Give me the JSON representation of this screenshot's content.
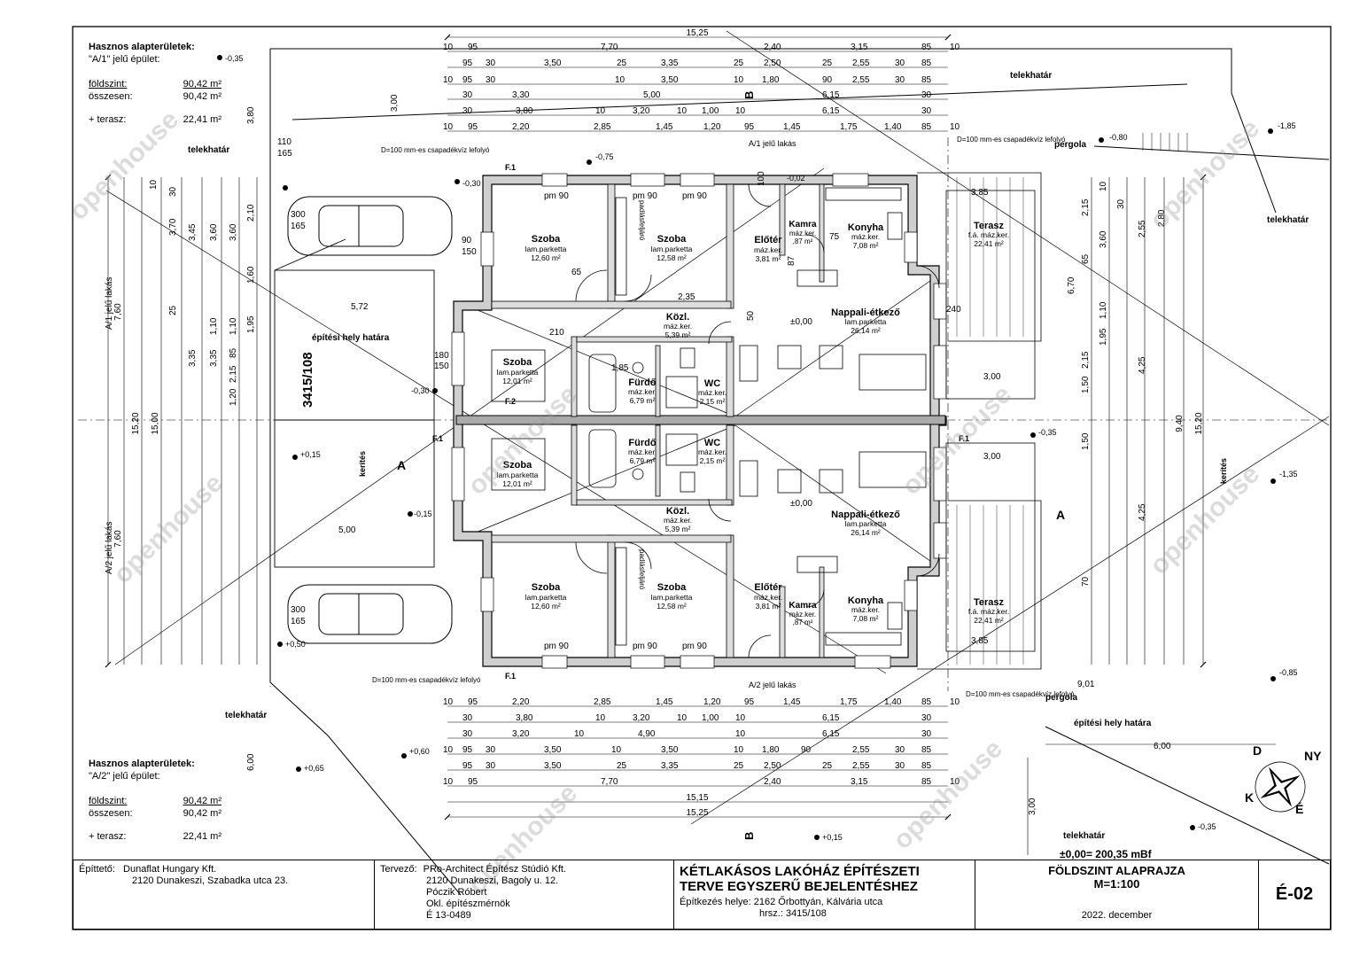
{
  "areas_top": {
    "heading": "Hasznos alapterületek:",
    "building": "\"A/1\" jelű épület:",
    "ground_label": "földszint:",
    "ground_value": "90,42 m²",
    "total_label": "összesen:",
    "total_value": "90,42 m²",
    "terrace_label": "+ terasz:",
    "terrace_value": "22,41 m²"
  },
  "areas_bottom": {
    "heading": "Hasznos alapterületek:",
    "building": "\"A/2\" jelű épület:",
    "ground_label": "földszint:",
    "ground_value": "90,42 m²",
    "total_label": "összesen:",
    "total_value": "90,42 m²",
    "terrace_label": "+ terasz:",
    "terrace_value": "22,41 m²"
  },
  "rooms": {
    "szoba1_name": "Szoba",
    "szoba1_floor": "lam.parketta",
    "szoba1_area": "12,60 m²",
    "szoba2_name": "Szoba",
    "szoba2_floor": "lam.parketta",
    "szoba2_area": "12,58 m²",
    "szoba3_name": "Szoba",
    "szoba3_floor": "lam.parketta",
    "szoba3_area": "12,01 m²",
    "szoba4_name": "Szoba",
    "szoba4_floor": "lam.parketta",
    "szoba4_area": "12,01 m²",
    "szoba5_name": "Szoba",
    "szoba5_floor": "lam.parketta",
    "szoba5_area": "12,60 m²",
    "szoba6_name": "Szoba",
    "szoba6_floor": "lam.parketta",
    "szoba6_area": "12,58 m²",
    "eloter1_name": "Előtér",
    "eloter1_floor": "máz.ker.",
    "eloter1_area": "3,81 m²",
    "eloter2_name": "Előtér",
    "eloter2_floor": "máz.ker.",
    "eloter2_area": "3,81 m²",
    "kamra1_name": "Kamra",
    "kamra1_floor": "máz.ker.",
    "kamra1_area": ",87 m²",
    "kamra2_name": "Kamra",
    "kamra2_floor": "máz.ker.",
    "kamra2_area": ",87 m²",
    "konyha1_name": "Konyha",
    "konyha1_floor": "máz.ker.",
    "konyha1_area": "7,08 m²",
    "konyha2_name": "Konyha",
    "konyha2_floor": "máz.ker.",
    "konyha2_area": "7,08 m²",
    "kozl1_name": "Közl.",
    "kozl1_floor": "máz.ker.",
    "kozl1_area": "5,39 m²",
    "kozl2_name": "Közl.",
    "kozl2_floor": "máz.ker.",
    "kozl2_area": "5,39 m²",
    "furdo1_name": "Fürdő",
    "furdo1_floor": "máz.ker.",
    "furdo1_area": "6,79 m²",
    "furdo2_name": "Fürdő",
    "furdo2_floor": "máz.ker.",
    "furdo2_area": "6,79 m²",
    "wc1_name": "WC",
    "wc1_floor": "máz.ker.",
    "wc1_area": "2,15 m²",
    "wc2_name": "WC",
    "wc2_floor": "máz.ker.",
    "wc2_area": "2,15 m²",
    "nappali1_name": "Nappali-étkező",
    "nappali1_floor": "lam.parketta",
    "nappali1_area": "26,14 m²",
    "nappali2_name": "Nappali-étkező",
    "nappali2_floor": "lam.parketta",
    "nappali2_area": "26,14 m²",
    "terasz1_name": "Terasz",
    "terasz1_floor": "f.á. máz.ker.",
    "terasz1_area": "22,41 m²",
    "terasz2_name": "Terasz",
    "terasz2_floor": "f.á. máz.ker.",
    "terasz2_area": "22,41 m²"
  },
  "labels": {
    "telekhatar": "telekhatár",
    "pergola": "pergola",
    "epitesi_hely": "építési hely határa",
    "kerites": "kerítés",
    "lot": "3415/108",
    "a1_unit": "A/1 jelű lakás",
    "a2_unit": "A/2 jelű lakás",
    "a1_short": "A/1 jelű lakás",
    "a2_short": "A/2 jelű lakás",
    "downpipe_top": "D=100 mm-es csapadékvíz lefolyó",
    "downpipe_bottom": "D=100 mm-es csapadékvíz lefolyó",
    "downpipe_right_top": "D=100 mm-es csapadékvíz lefolyó",
    "downpipe_right_bottom": "D=100 mm-es csapadékvíz lefolyó",
    "section_a": "A",
    "section_b": "B",
    "padlasfeljaro": "padlásfeljáró",
    "window_f1": "F.1",
    "window_f2": "F.2",
    "level_main": "±0,00",
    "level_absolute": "±0,00= 200,35 mBf"
  },
  "levels": [
    "-0,35",
    "-0,30",
    "+0,15",
    "-0,15",
    "+0,50",
    "+0,65",
    "+0,60",
    "-0,75",
    "-0,02",
    "-0,80",
    "-1,85",
    "-0,35",
    "-1,35",
    "-0,85",
    "+0,15",
    "-0,35",
    "-0,30"
  ],
  "dims_top": {
    "total": "15,25",
    "row1": [
      "10",
      "95",
      "7,70",
      "2,40",
      "3,15",
      "85",
      "10"
    ],
    "row2": [
      "95",
      "30",
      "3,50",
      "25",
      "3,35",
      "25",
      "2,50",
      "25",
      "2,55",
      "30",
      "85"
    ],
    "row3": [
      "10",
      "95",
      "30",
      "10",
      "3,50",
      "10",
      "1,80",
      "90",
      "2,55",
      "30",
      "85"
    ],
    "row4": [
      "30",
      "3,30",
      "5,00",
      "6,15",
      "30"
    ],
    "row5": [
      "30",
      "3,80",
      "10",
      "3,20",
      "10",
      "1,00",
      "10",
      "6,15",
      "30"
    ],
    "row6": [
      "10",
      "95",
      "2,20",
      "2,85",
      "1,45",
      "1,20",
      "95",
      "1,45",
      "1,75",
      "1,40",
      "85",
      "10"
    ]
  },
  "dims_bottom": {
    "total": "15,25",
    "sub_total": "15,15",
    "row1": [
      "10",
      "95",
      "2,20",
      "2,85",
      "1,45",
      "1,20",
      "95",
      "1,45",
      "1,75",
      "1,40",
      "85",
      "10"
    ],
    "row2": [
      "30",
      "3,80",
      "10",
      "3,20",
      "10",
      "1,00",
      "10",
      "6,15",
      "30"
    ],
    "row3": [
      "30",
      "3,20",
      "10",
      "4,90",
      "10",
      "6,15",
      "30"
    ],
    "row4": [
      "10",
      "95",
      "30",
      "3,50",
      "10",
      "3,50",
      "10",
      "1,80",
      "90",
      "2,55",
      "30",
      "85"
    ],
    "row5": [
      "95",
      "30",
      "3,50",
      "25",
      "3,35",
      "25",
      "2,50",
      "25",
      "2,55",
      "30",
      "85"
    ],
    "row6": [
      "10",
      "95",
      "7,70",
      "2,40",
      "3,15",
      "85",
      "10"
    ]
  },
  "dims_left": {
    "total": "15,20",
    "inner": "15,00",
    "unit_a1": "7,60",
    "unit_a2": "7,60",
    "col": [
      "3,70",
      "3,45",
      "3,60",
      "3,60",
      "2,10",
      "1,60",
      "1,95",
      "3,35",
      "3,35",
      "2,15",
      "1,20",
      "85",
      "1,10",
      "1,10",
      "25",
      "10",
      "30"
    ]
  },
  "dims_right": {
    "total": "15,20",
    "half": "9,40",
    "col": [
      "2,15",
      "3,60",
      "1,95",
      "1,10",
      "1,50",
      "6,70",
      "4,25",
      "4,25",
      "2,80",
      "2,55",
      "2,15",
      "1,50",
      "65",
      "70",
      "30",
      "10"
    ],
    "terrace_w": "3,85",
    "terrace_d": "3,00",
    "side": "9,01",
    "setback": "6,00",
    "depth": "3,00"
  },
  "dims_misc": [
    "5,72",
    "5,00",
    "3,00",
    "6,00",
    "3,80",
    "2,35",
    "1,85",
    "65",
    "300",
    "165",
    "110",
    "90",
    "150",
    "180",
    "240",
    "210",
    "75",
    "87",
    "100",
    "50"
  ],
  "compass": {
    "d": "D",
    "e": "É",
    "k": "K",
    "ny": "NY"
  },
  "title_block": {
    "client_label": "Építtető:",
    "client_name": "Dunaflat Hungary Kft.",
    "client_address": "2120 Dunakeszi, Szabadka utca 23.",
    "designer_label": "Tervező:",
    "designer_firm": "PRo-Architect Építész Stúdió Kft.",
    "designer_address": "2120 Dunakeszi, Bagoly u. 12.",
    "designer_name": "Póczik Róbert",
    "designer_title": "Okl. építészmérnök",
    "designer_id": "É 13-0489",
    "project_line1": "KÉTLAKÁSOS LAKÓHÁZ ÉPÍTÉSZETI",
    "project_line2": "TERVE EGYSZERŰ BEJELENTÉSHEZ",
    "site": "Építkezés helye: 2162 Őrbottyán, Kálvária utca",
    "hrsz": "hrsz.: 3415/108",
    "drawing_title": "FÖLDSZINT ALAPRAJZA",
    "scale": "M=1:100",
    "date": "2022. december",
    "sheet": "É-02"
  },
  "watermark": "openhouse"
}
